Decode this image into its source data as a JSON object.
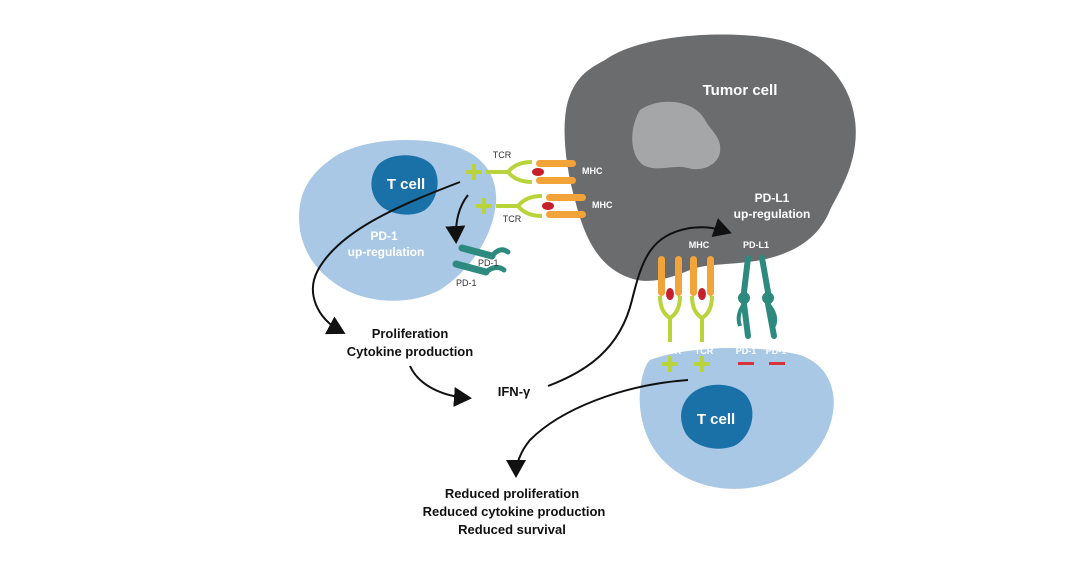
{
  "tumor": {
    "label": "Tumor cell",
    "pdl1_line1": "PD-L1",
    "pdl1_line2": "up-regulation"
  },
  "tcell_top": {
    "label": "T cell",
    "pd1_line1": "PD-1",
    "pd1_line2": "up-regulation"
  },
  "tcell_bottom": {
    "label": "T cell"
  },
  "receptors": {
    "tcr": "TCR",
    "mhc": "MHC",
    "pd1": "PD-1",
    "pdl1": "PD-L1"
  },
  "effects": {
    "proliferation": "Proliferation",
    "cytokine": "Cytokine production",
    "ifn": "IFN-γ",
    "reduced_proliferation": "Reduced proliferation",
    "reduced_cytokine": "Reduced cytokine production",
    "reduced_survival": "Reduced survival"
  },
  "colors": {
    "tumor": "#6b6c6e",
    "tumor_nucleus": "#a4a6a8",
    "tcell_body": "#a9c8e6",
    "tcell_nucleus": "#1a71a7",
    "tcr": "#b9d43b",
    "mhc": "#f2a33a",
    "pd1": "#2d8a7e",
    "inhibit": "#d8323b"
  }
}
